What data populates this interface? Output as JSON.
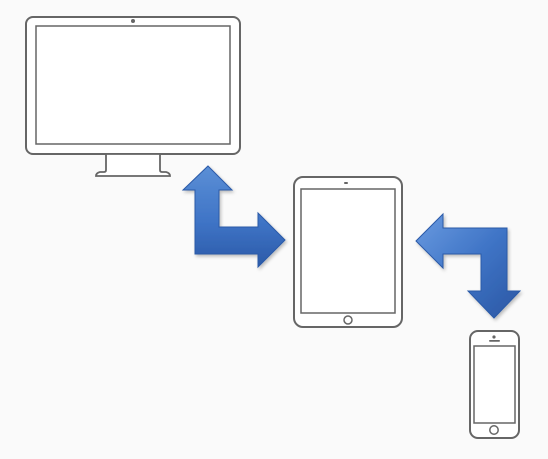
{
  "colors": {
    "background": "#fafafa",
    "device_outline": "#666666",
    "device_fill": "#ffffff",
    "arrow_light": "#5b8fd6",
    "arrow_mid": "#3f74c6",
    "arrow_dark": "#2b5aa8"
  },
  "devices": [
    {
      "name": "desktop-monitor-icon",
      "kind": "monitor"
    },
    {
      "name": "tablet-icon",
      "kind": "tablet"
    },
    {
      "name": "smartphone-icon",
      "kind": "phone"
    }
  ],
  "connectors": [
    {
      "name": "sync-arrow-monitor-tablet",
      "from": "monitor",
      "to": "tablet",
      "bidirectional": true
    },
    {
      "name": "sync-arrow-tablet-phone",
      "from": "tablet",
      "to": "phone",
      "bidirectional": true
    }
  ]
}
